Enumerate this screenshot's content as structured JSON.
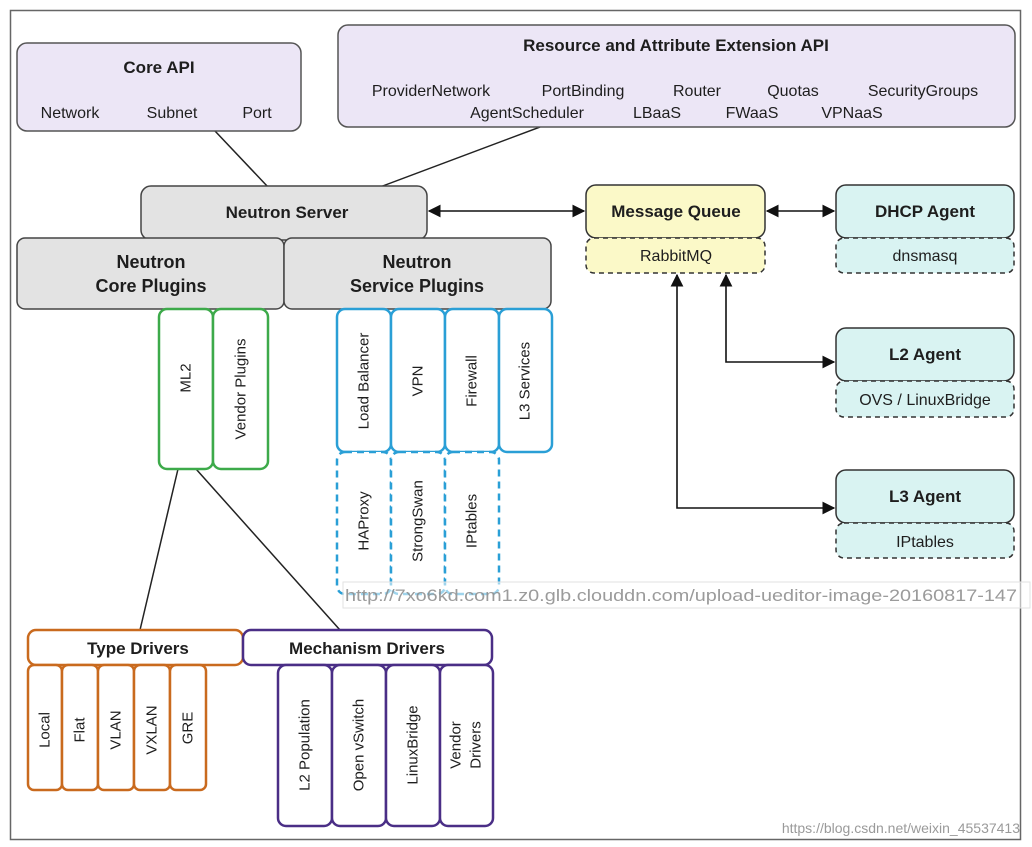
{
  "core_api": {
    "title": "Core API",
    "items": [
      "Network",
      "Subnet",
      "Port"
    ]
  },
  "extension_api": {
    "title": "Resource and Attribute Extension API",
    "row1": [
      "ProviderNetwork",
      "PortBinding",
      "Router",
      "Quotas",
      "SecurityGroups"
    ],
    "row2": [
      "AgentScheduler",
      "LBaaS",
      "FWaaS",
      "VPNaaS"
    ]
  },
  "neutron_server": "Neutron Server",
  "core_plugins": {
    "line1": "Neutron",
    "line2": "Core Plugins",
    "items": [
      "ML2",
      "Vendor Plugins"
    ]
  },
  "service_plugins": {
    "line1": "Neutron",
    "line2": "Service Plugins",
    "items": [
      "Load Balancer",
      "VPN",
      "Firewall",
      "L3 Services"
    ],
    "backends": [
      "HAProxy",
      "StrongSwan",
      "IPtables"
    ]
  },
  "message_queue": {
    "title": "Message Queue",
    "impl": "RabbitMQ"
  },
  "agents": [
    {
      "title": "DHCP Agent",
      "impl": "dnsmasq"
    },
    {
      "title": "L2 Agent",
      "impl": "OVS / LinuxBridge"
    },
    {
      "title": "L3 Agent",
      "impl": "IPtables"
    }
  ],
  "type_drivers": {
    "title": "Type Drivers",
    "items": [
      "Local",
      "Flat",
      "VLAN",
      "VXLAN",
      "GRE"
    ]
  },
  "mechanism_drivers": {
    "title": "Mechanism Drivers",
    "items": [
      "L2 Population",
      "Open vSwitch",
      "LinuxBridge"
    ],
    "vendor_lines": [
      "Vendor",
      "Drivers"
    ]
  },
  "watermarks": [
    "http://7xo6kd.com1.z0.glb.clouddn.com/upload-ueditor-image-20160817-147",
    "https://blog.csdn.net/weixin_45537413"
  ],
  "colors": {
    "api_fill": "#ece6f6",
    "gray_fill": "#e3e3e3",
    "mq_fill": "#fbf9c8",
    "agent_fill": "#d9f3f2",
    "green": "#3daa4a",
    "blue": "#2a9fd6",
    "orange": "#c96a1e",
    "purple": "#4a2e86"
  }
}
